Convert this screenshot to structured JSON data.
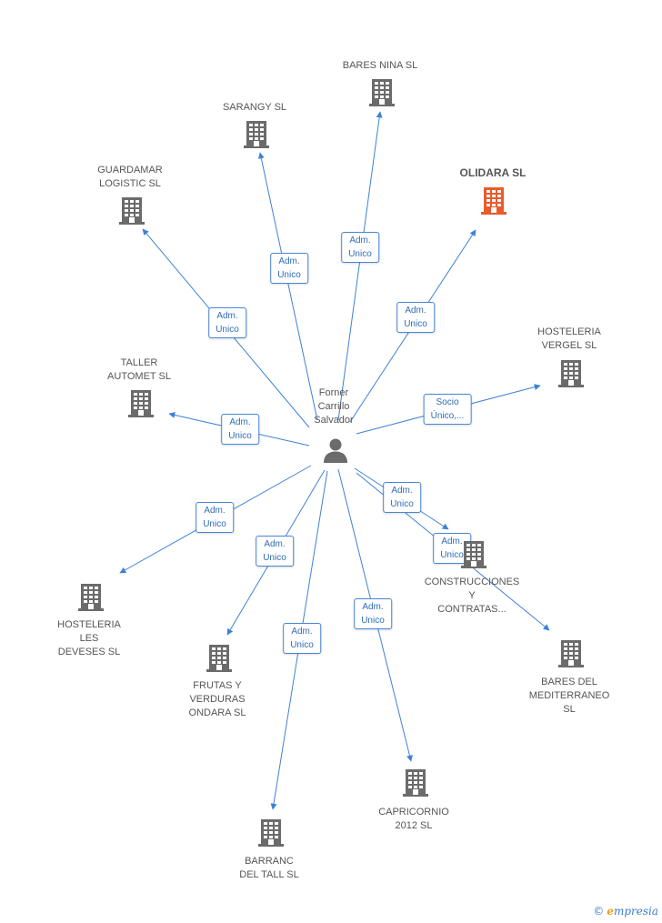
{
  "center": {
    "label": "Forner\nCarrillo\nSalvador"
  },
  "colors": {
    "building": "#6b6b6b",
    "highlight": "#ea5b2c",
    "edge": "#3e82d6",
    "edge_label_text": "#2f6db5"
  },
  "companies": [
    {
      "id": "bares-nina",
      "label": "BARES NINA SL",
      "highlight": false
    },
    {
      "id": "sarangy",
      "label": "SARANGY SL",
      "highlight": false
    },
    {
      "id": "guardamar",
      "label": "GUARDAMAR\nLOGISTIC SL",
      "highlight": false
    },
    {
      "id": "olidara",
      "label": "OLIDARA SL",
      "highlight": true
    },
    {
      "id": "hosteleria-vergel",
      "label": "HOSTELERIA\nVERGEL SL",
      "highlight": false
    },
    {
      "id": "taller-automet",
      "label": "TALLER\nAUTOMET SL",
      "highlight": false
    },
    {
      "id": "hosteleria-deveses",
      "label": "HOSTELERIA\nLES\nDEVESES SL",
      "highlight": false
    },
    {
      "id": "frutas",
      "label": "FRUTAS Y\nVERDURAS\nONDARA SL",
      "highlight": false
    },
    {
      "id": "construcciones",
      "label": "CONSTRUCCIONES\nY\nCONTRATAS...",
      "highlight": false
    },
    {
      "id": "bares-mediterraneo",
      "label": "BARES DEL\nMEDITERRANEO SL",
      "highlight": false
    },
    {
      "id": "barranc",
      "label": "BARRANC\nDEL TALL SL",
      "highlight": false
    },
    {
      "id": "capricornio",
      "label": "CAPRICORNIO\n2012 SL",
      "highlight": false
    }
  ],
  "edges": [
    {
      "to": "bares-nina",
      "label": "Adm.\nUnico"
    },
    {
      "to": "sarangy",
      "label": "Adm.\nUnico"
    },
    {
      "to": "guardamar",
      "label": "Adm.\nUnico"
    },
    {
      "to": "olidara",
      "label": "Adm.\nUnico"
    },
    {
      "to": "hosteleria-vergel",
      "label": "Socio\nÚnico,..."
    },
    {
      "to": "taller-automet",
      "label": "Adm.\nUnico"
    },
    {
      "to": "hosteleria-deveses",
      "label": "Adm.\nUnico"
    },
    {
      "to": "frutas",
      "label": "Adm.\nUnico"
    },
    {
      "to": "construcciones",
      "label": "Adm.\nUnico"
    },
    {
      "to": "bares-mediterraneo",
      "label": "Adm.\nUnico"
    },
    {
      "to": "barranc",
      "label": "Adm.\nUnico"
    },
    {
      "to": "capricornio",
      "label": "Adm.\nUnico"
    }
  ],
  "brand": {
    "copyright": "©",
    "name": "mpresia",
    "initial": "e"
  }
}
